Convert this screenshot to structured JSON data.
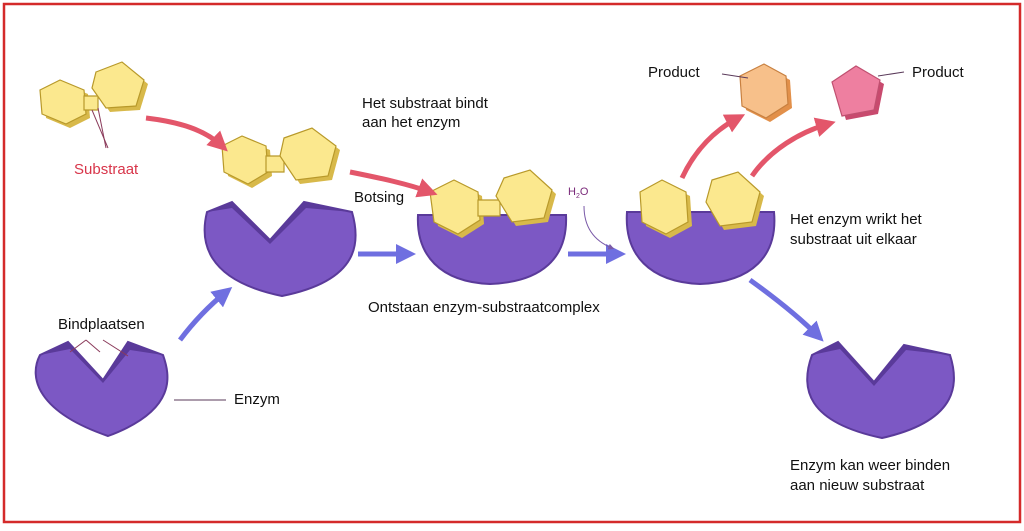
{
  "labels": {
    "substraat": "Substraat",
    "bindplaatsen": "Bindplaatsen",
    "enzym": "Enzym",
    "bindt_line1": "Het substraat bindt",
    "bindt_line2": "aan het enzym",
    "botsing": "Botsing",
    "complex": "Ontstaan enzym-substraatcomplex",
    "water": "H",
    "water_sub": "2",
    "water_o": "O",
    "product_left": "Product",
    "product_right": "Product",
    "wrikt_line1": "Het enzym wrikt het",
    "wrikt_line2": "substraat uit elkaar",
    "weer_line1": "Enzym kan weer binden",
    "weer_line2": "aan nieuw substraat"
  },
  "colors": {
    "frame": "#d42a2a",
    "enzyme": "#7c58c4",
    "enzyme_dark": "#5a3a9a",
    "substrate": "#fbe88e",
    "substrate_side": "#d8b94a",
    "product_orange": "#f7c08a",
    "product_pink": "#ee7fa0",
    "arrow_red": "#e3566a",
    "arrow_blue": "#6f6fe0"
  },
  "icons": [
    "enzyme-shape",
    "substrate-molecule",
    "product-hexagon",
    "product-pentagon",
    "arrow"
  ]
}
